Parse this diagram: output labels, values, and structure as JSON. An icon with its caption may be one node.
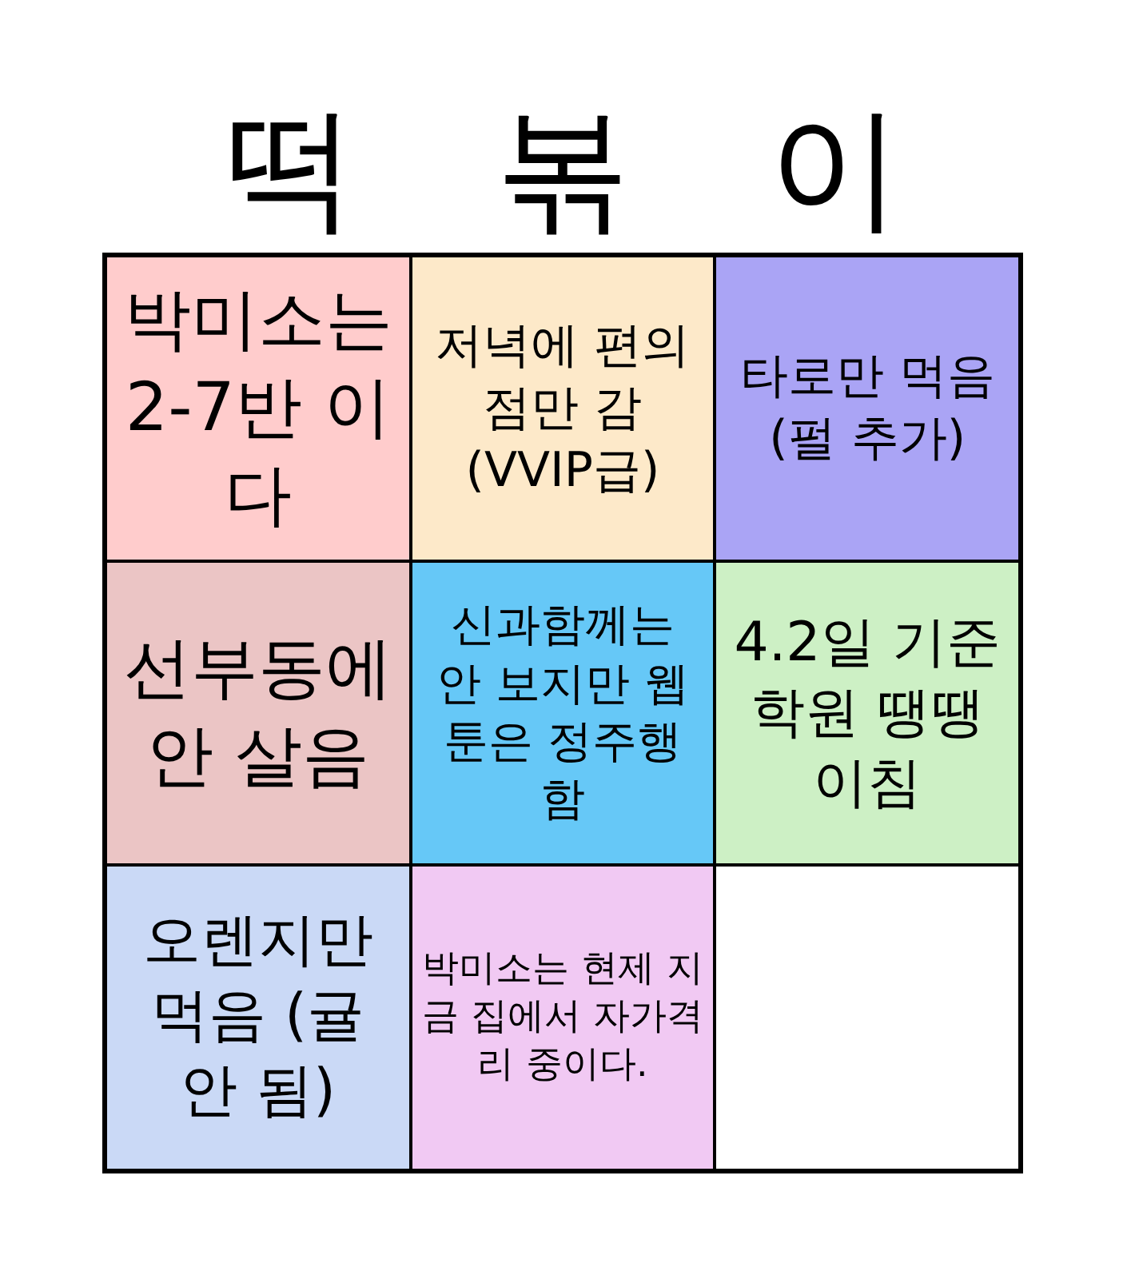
{
  "diagram": {
    "title": "떡 볶 이",
    "nodes": [
      {
        "text": [
          "박미소는 2-7반 이다"
        ]
      },
      {
        "text": [
          "저녁에 편의점만 감 (VVIP급)"
        ]
      },
      {
        "text": [
          "타로만 먹음 (펄 추가)"
        ]
      },
      {
        "text": [
          "선부동에 안 살음"
        ]
      },
      {
        "text": [
          "신과함께는 안 보지만 웹툰은 정주행 함"
        ]
      },
      {
        "text": [
          "4.2일 기준 학원 땡땡이침"
        ]
      },
      {
        "text": [
          "오렌지만 먹음 (귤 안 됨)"
        ]
      },
      {
        "text": [
          "박미소는 현제 지금 집에서 자가격리 중이다."
        ]
      },
      {
        "text": [],
        "shape": "box"
      }
    ]
  }
}
